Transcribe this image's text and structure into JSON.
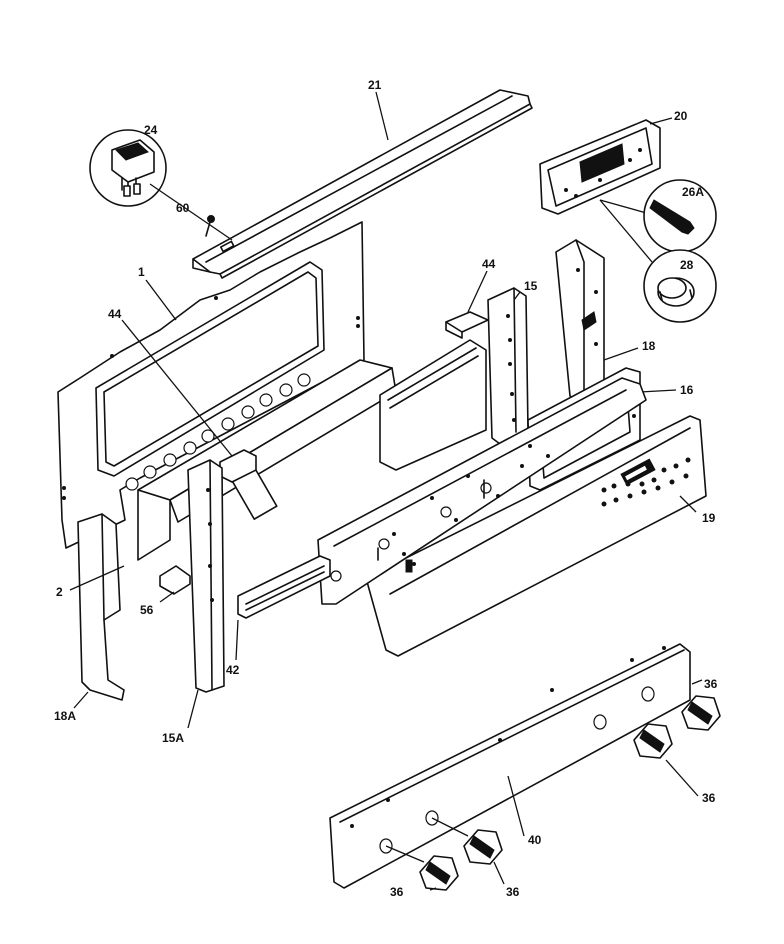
{
  "labels": {
    "p1": "1",
    "p2": "2",
    "p15": "15",
    "p15a": "15A",
    "p16": "16",
    "p18": "18",
    "p18a": "18A",
    "p19": "19",
    "p20": "20",
    "p21": "21",
    "p24": "24",
    "p26a": "26A",
    "p28": "28",
    "p36a": "36",
    "p36b": "36",
    "p36c": "36",
    "p36d": "36",
    "p40": "40",
    "p42": "42",
    "p44a": "44",
    "p44b": "44",
    "p56": "56",
    "p60": "60"
  }
}
